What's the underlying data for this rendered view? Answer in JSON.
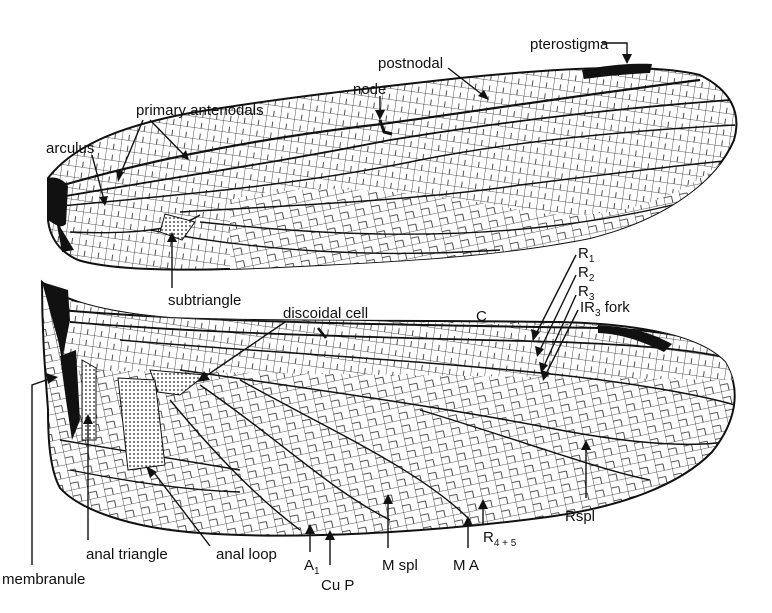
{
  "labels": {
    "pterostigma": "pterostigma",
    "postnodal": "postnodal",
    "node": "node",
    "primary_antenodals": "primary antenodals",
    "arculus": "arculus",
    "subtriangle": "subtriangle",
    "discoidal_cell": "discoidal cell",
    "costa": "C",
    "r1": {
      "main": "R",
      "sub": "1"
    },
    "r2": {
      "main": "R",
      "sub": "2"
    },
    "r3": {
      "main": "R",
      "sub": "3"
    },
    "ir3_fork": {
      "pre": "IR",
      "sub": "3",
      "post": " fork"
    },
    "membranule": "membranule",
    "anal_triangle": "anal triangle",
    "anal_loop": "anal loop",
    "a1": {
      "main": "A",
      "sub": "1"
    },
    "cup": "Cu P",
    "mspl": "M spl",
    "ma": "M A",
    "r45": {
      "main": "R",
      "sub": "4 + 5"
    },
    "rspl": "Rspl"
  }
}
